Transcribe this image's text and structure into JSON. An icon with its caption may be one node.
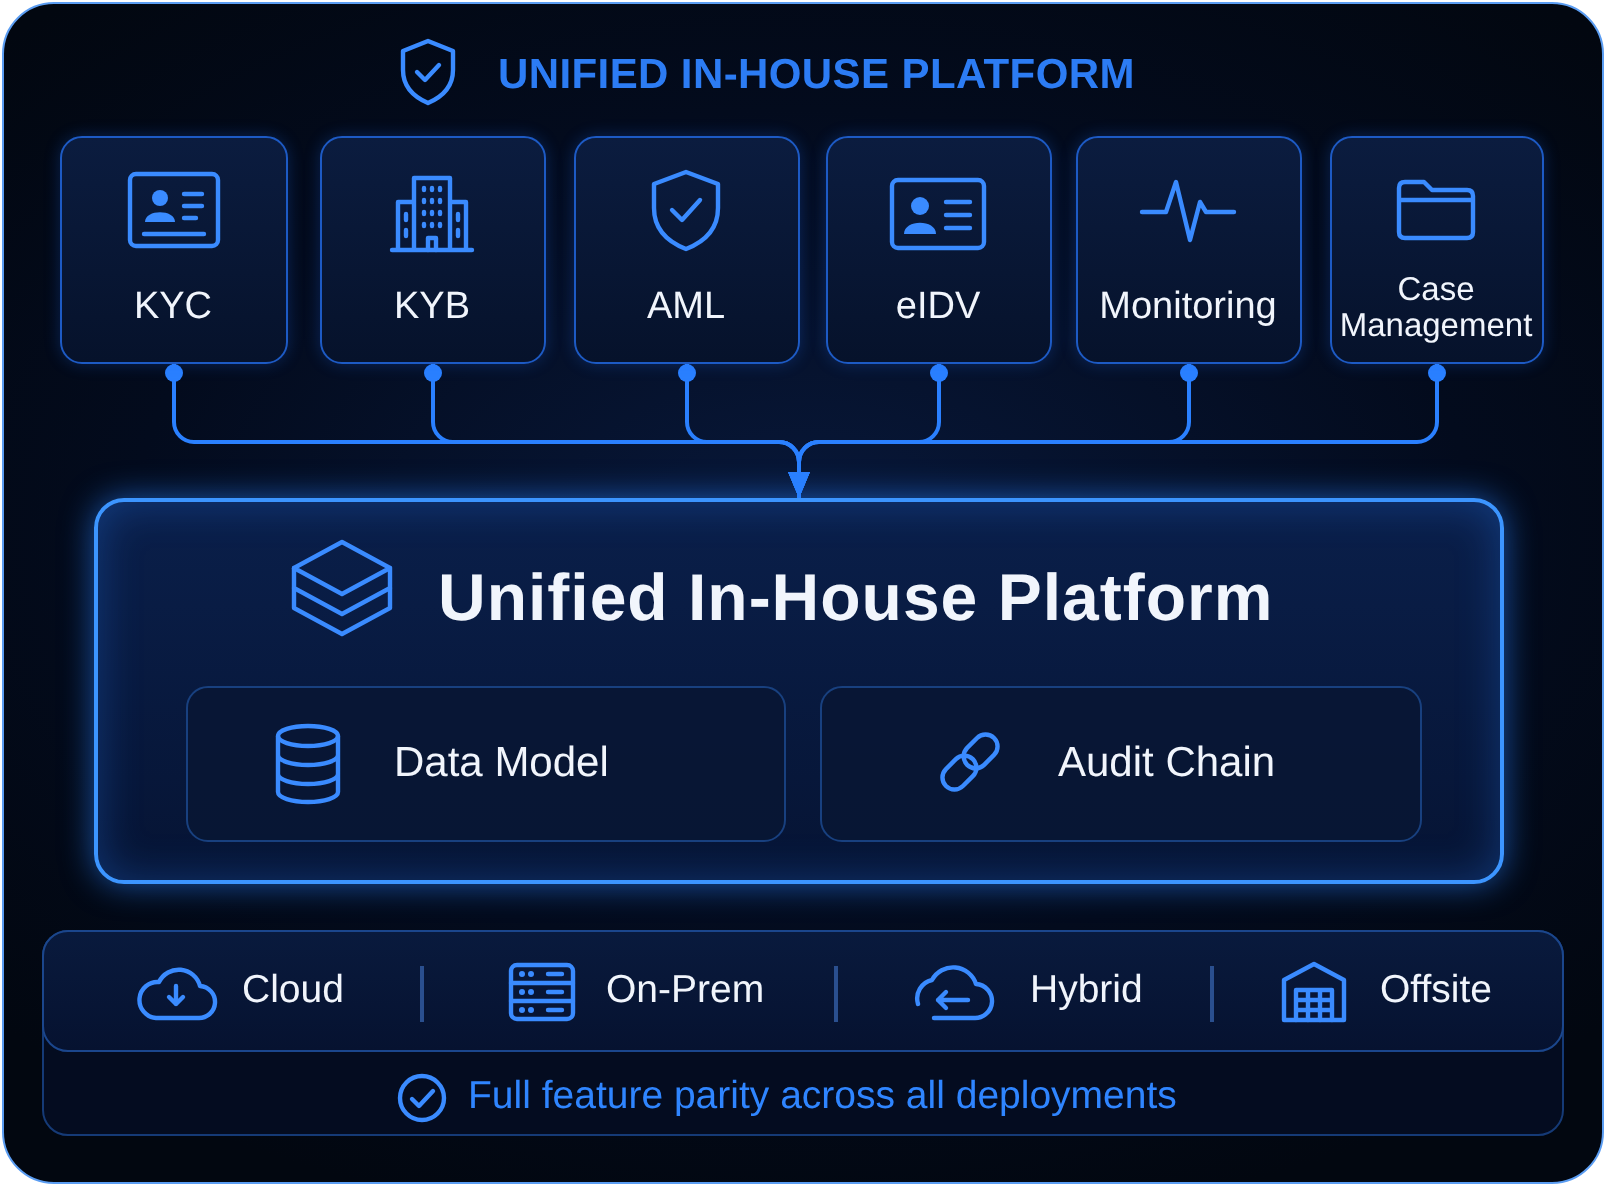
{
  "diagram": {
    "title": "UNIFIED IN-HOUSE PLATFORM",
    "nodes": [
      {
        "text": [
          "KYC"
        ]
      },
      {
        "text": [
          "KYB"
        ]
      },
      {
        "text": [
          "AML"
        ]
      },
      {
        "text": [
          "eIDV"
        ]
      },
      {
        "text": [
          "Monitoring"
        ]
      },
      {
        "text": [
          "Case Management"
        ]
      },
      {
        "text": [
          "Unified In-House Platform"
        ]
      },
      {
        "text": [
          "Data Model"
        ],
        "in": 6
      },
      {
        "text": [
          "Audit Chain"
        ],
        "in": 6
      },
      {
        "text": [
          "Full feature parity across all deployments"
        ]
      },
      {
        "text": [
          "Cloud",
          "On-Prem",
          "Hybrid",
          "Offsite"
        ],
        "in": 9
      }
    ],
    "edges": [
      {
        "from": 0,
        "to": 6,
        "arrow": "to"
      },
      {
        "from": 1,
        "to": 6,
        "arrow": "to"
      },
      {
        "from": 2,
        "to": 6,
        "arrow": "to"
      },
      {
        "from": 3,
        "to": 6,
        "arrow": "to"
      },
      {
        "from": 4,
        "to": 6,
        "arrow": "to"
      },
      {
        "from": 5,
        "to": 6,
        "arrow": "to"
      }
    ]
  }
}
